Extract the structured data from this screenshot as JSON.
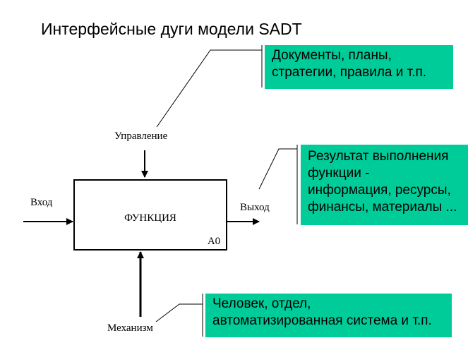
{
  "title": "Интерфейсные дуги модели SADT",
  "function_box": {
    "label": "ФУНКЦИЯ",
    "code": "A0"
  },
  "arcs": {
    "input": "Вход",
    "output": "Выход",
    "control": "Управление",
    "mechanism": "Механизм"
  },
  "notes": {
    "control": [
      "Документы, планы,",
      "стратегии, правила и т.п."
    ],
    "output": [
      "Результат выполнения",
      "функции -",
      "информация, ресурсы,",
      "финансы, материалы ..."
    ],
    "mechanism": [
      "Человек, отдел,",
      "автоматизированная система и т.п."
    ]
  },
  "colors": {
    "note_background": "#00cc99",
    "lines": "#000000"
  }
}
